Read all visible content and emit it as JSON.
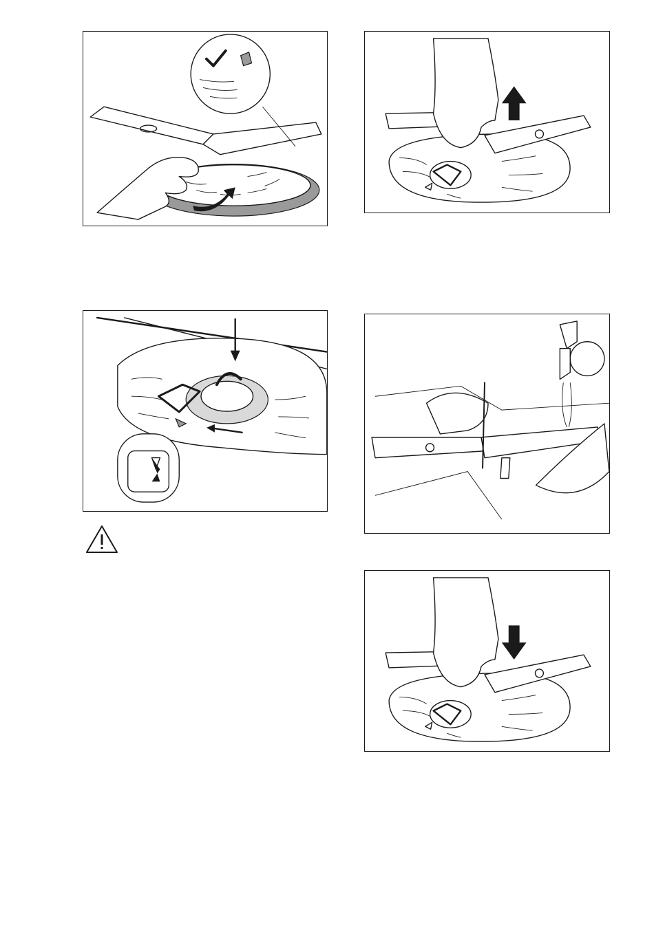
{
  "figures": [
    {
      "id": "fig-1",
      "icons": [
        "hand-icon",
        "spray-arm-icon",
        "check-mark-icon",
        "curved-arrow-icon",
        "detail-magnifier-icon"
      ]
    },
    {
      "id": "fig-2",
      "icons": [
        "hand-icon",
        "spray-arm-icon",
        "up-arrow-icon",
        "filter-icon"
      ]
    },
    {
      "id": "fig-3",
      "icons": [
        "filter-icon",
        "down-arrow-icon",
        "left-arrow-icon",
        "lock-indicator-icon"
      ]
    },
    {
      "id": "fig-4",
      "icons": [
        "hand-icon",
        "spray-arm-icon",
        "water-tap-icon",
        "needle-icon"
      ]
    },
    {
      "id": "fig-5",
      "icons": [
        "hand-icon",
        "spray-arm-icon",
        "down-arrow-icon",
        "filter-icon"
      ]
    }
  ],
  "warning": {
    "icon": "warning-triangle-icon",
    "color": "#1a1a1a"
  },
  "colors": {
    "line": "#1a1a1a",
    "shade": "#9a9a9a",
    "background": "#ffffff"
  }
}
